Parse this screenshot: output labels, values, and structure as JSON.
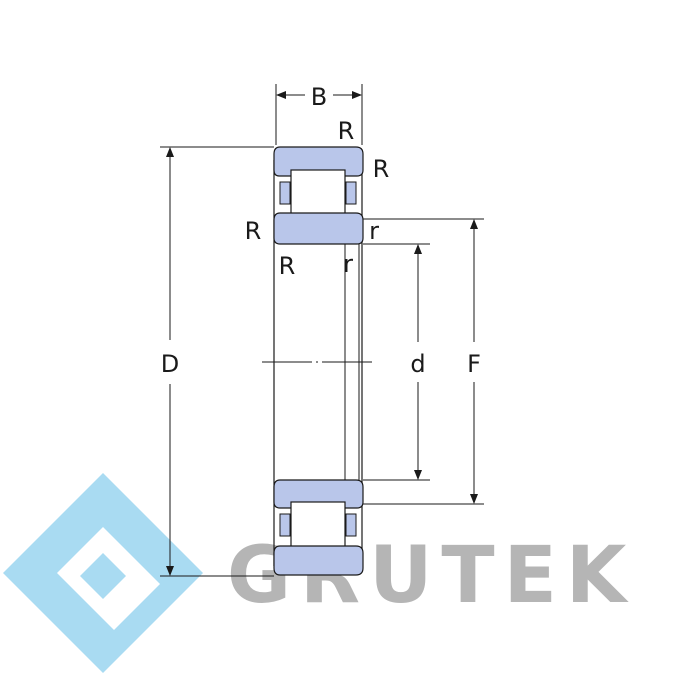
{
  "dimensions": {
    "width_label": "B",
    "outer_diameter_label": "D",
    "bore_diameter_label": "d",
    "raceway_diameter_label": "F"
  },
  "corner_radii": {
    "outer_top": "R",
    "outer_side": "R",
    "inner_left": "R",
    "inner_bottom": "R",
    "small_right": "r",
    "small_bottom": "r"
  },
  "brand": {
    "name": "GRUTEK",
    "logo_color": "#a9dbf2",
    "text_color": "#b5b5b5"
  },
  "colors": {
    "ring_fill": "#b9c6ea",
    "line": "#1a1a1a"
  }
}
